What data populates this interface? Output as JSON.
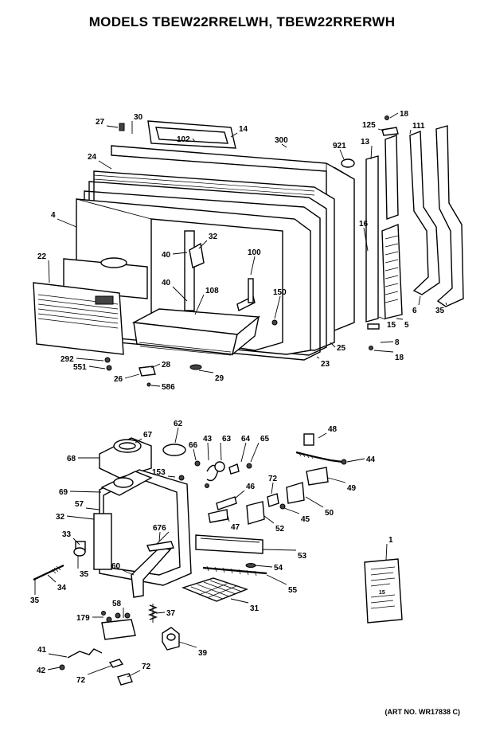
{
  "title": "MODELS TBEW22RRELWH, TBEW22RRERWH",
  "art_number": "(ART NO. WR17838 C)",
  "callouts": [
    "27",
    "30",
    "14",
    "102",
    "300",
    "921",
    "18",
    "125",
    "111",
    "13",
    "24",
    "4",
    "32",
    "40",
    "100",
    "150",
    "108",
    "16",
    "15",
    "5",
    "6",
    "35",
    "22",
    "40",
    "25",
    "23",
    "8",
    "18",
    "292",
    "551",
    "28",
    "26",
    "586",
    "29",
    "62",
    "67",
    "66",
    "43",
    "63",
    "64",
    "65",
    "48",
    "68",
    "44",
    "153",
    "72",
    "49",
    "69",
    "46",
    "57",
    "32",
    "50",
    "45",
    "47",
    "676",
    "33",
    "52",
    "53",
    "54",
    "35",
    "60",
    "34",
    "35",
    "55",
    "1",
    "31",
    "58",
    "37",
    "179",
    "41",
    "42",
    "72",
    "72",
    "39"
  ],
  "manual_card_text": [
    "15"
  ]
}
